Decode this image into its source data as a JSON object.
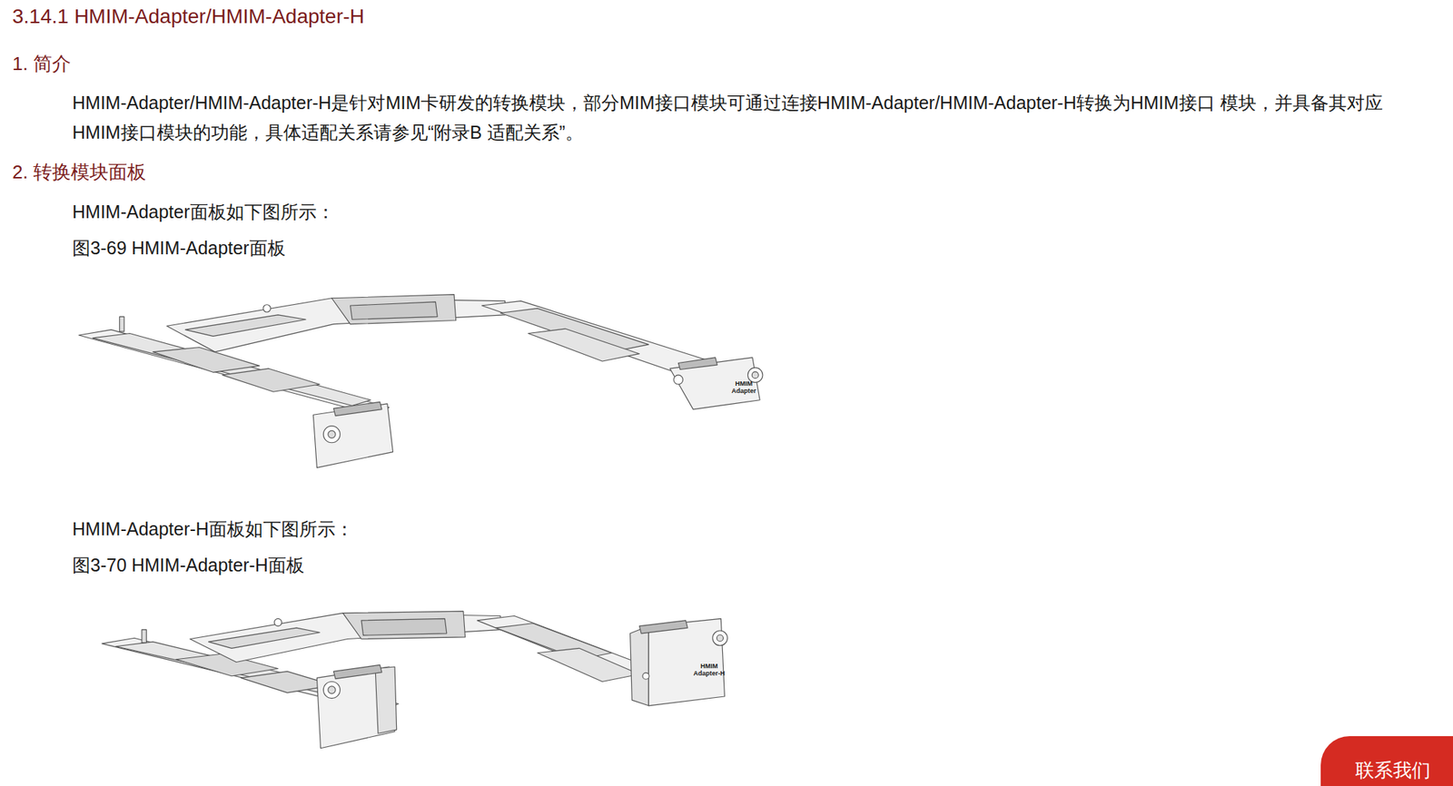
{
  "diagram": {
    "title": "3.14.1 HMIM-Adapter/HMIM-Adapter-H",
    "nodes": [
      {
        "text": [
          "联系我们"
        ]
      }
    ],
    "labels": [
      "1. 简介",
      "HMIM-Adapter/HMIM-Adapter-H是针对MIM卡研发的转换模块，部分MIM接口模块可通过连接HMIM-Adapter/HMIM-Adapter-H转换为HMIM接口 模块，并具备其对应HMIM接口模块的功能，具体适配关系请参见“附录B 适配关系”。",
      "2. 转换模块面板",
      "HMIM-Adapter面板如下图所示：",
      "图3-69 HMIM-Adapter面板",
      "HMIM Adapter",
      "HMIM-Adapter-H面板如下图所示：",
      "图3-70 HMIM-Adapter-H面板",
      "HMIM Adapter-H"
    ]
  }
}
